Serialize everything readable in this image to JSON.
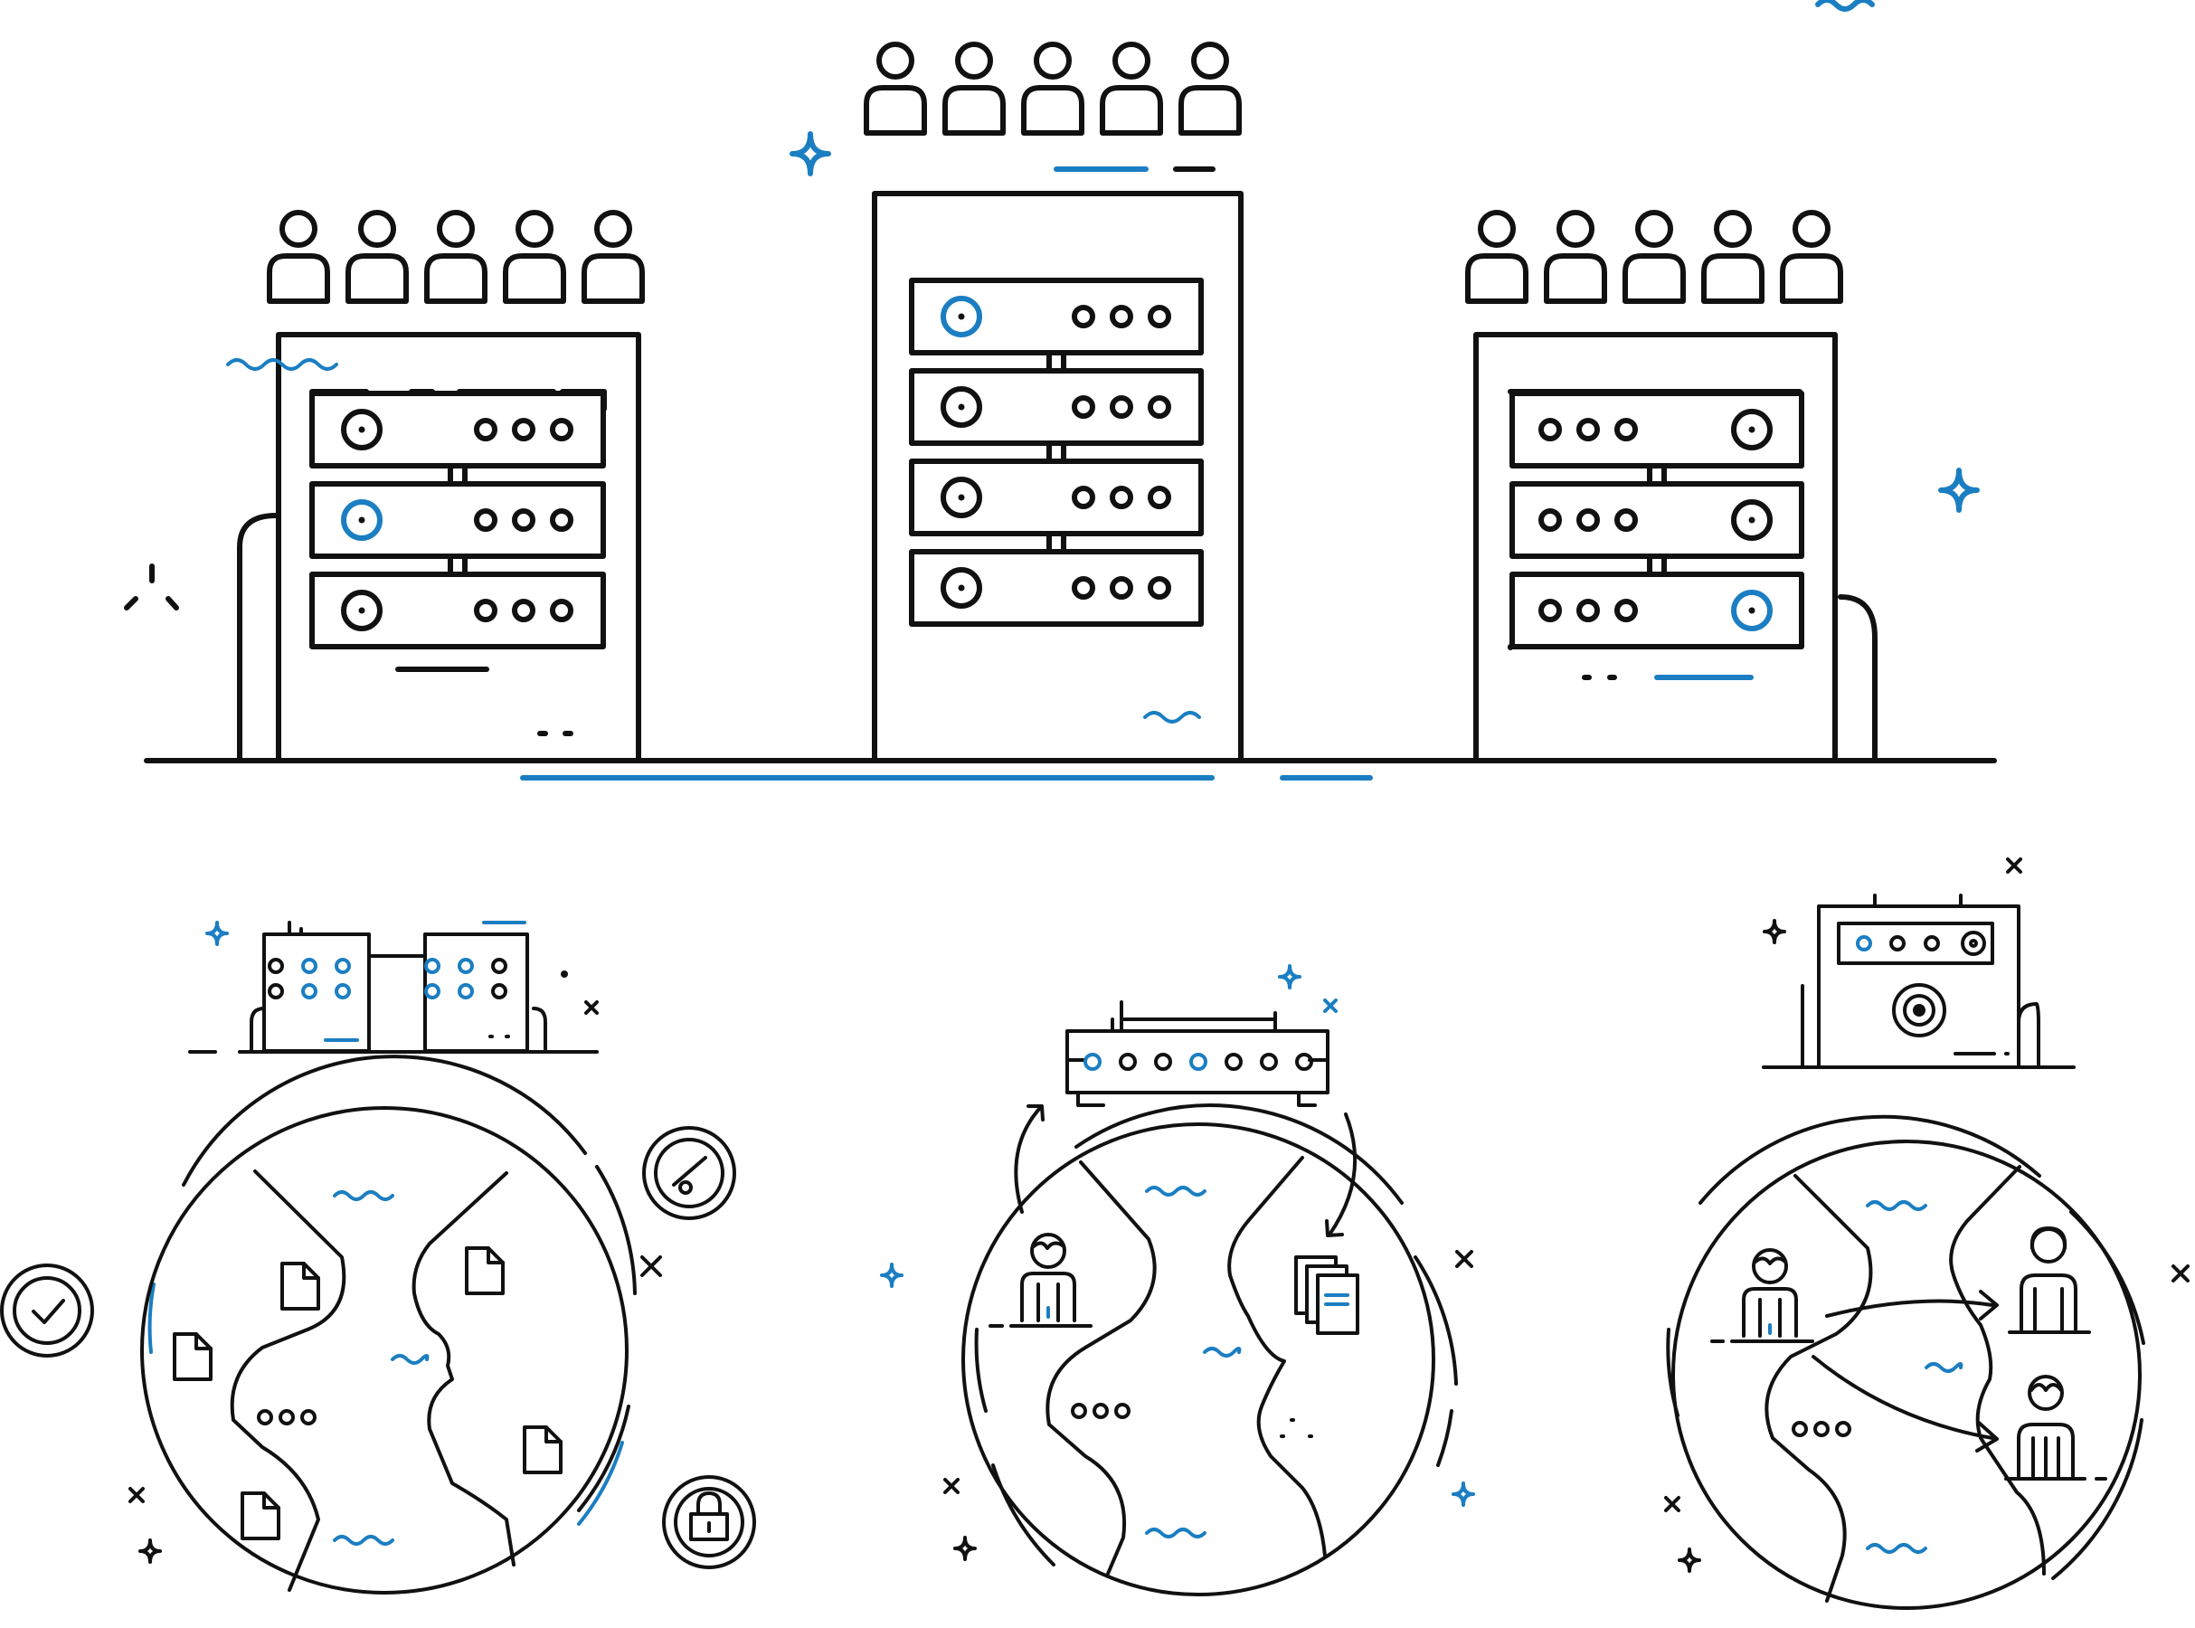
{
  "colors": {
    "line": "#111111",
    "accent": "#1b7ec2",
    "background": "#ffffff"
  },
  "scene": {
    "top_group": {
      "racks": [
        {
          "name": "left-rack",
          "units": 3,
          "users": 5
        },
        {
          "name": "center-rack",
          "units": 4,
          "users": 5
        },
        {
          "name": "right-rack",
          "units": 3,
          "users": 5
        }
      ]
    },
    "bottom_group": {
      "globes": [
        {
          "name": "documents-globe",
          "device": "twin-racks",
          "accessories": [
            "check-badge-icon",
            "speedometer-icon",
            "padlock-icon"
          ]
        },
        {
          "name": "sync-globe",
          "device": "network-switch",
          "accessories": [
            "user-icon",
            "documents-icon",
            "sync-arrows-icon"
          ]
        },
        {
          "name": "team-globe",
          "device": "storage-unit",
          "accessories": [
            "user-icon",
            "user-icon",
            "user-icon"
          ]
        }
      ]
    }
  }
}
